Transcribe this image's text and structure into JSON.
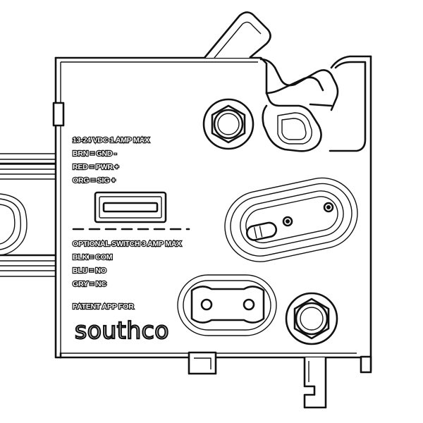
{
  "labels": {
    "power_spec": "13-24 VDC 1 AMP MAX",
    "wire_brn": "BRN = GND  -",
    "wire_red": "RED = PWR +",
    "wire_org": "ORG = SIG  +",
    "switch_spec": "OPTIONAL SWITCH 3 AMP  MAX",
    "wire_blk": "BLK = COM",
    "wire_blu": "BLU = NO",
    "wire_gry": "GRY = NC",
    "patent": "PATENT APP FOR",
    "brand": "southco"
  },
  "colors": {
    "line": "#111111",
    "background": "#ffffff"
  }
}
